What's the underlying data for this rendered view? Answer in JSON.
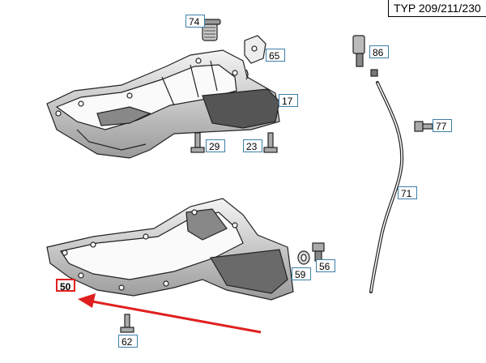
{
  "header": {
    "model_label": "TYP 209/211/230"
  },
  "callouts": {
    "c74": "74",
    "c65": "65",
    "c86": "86",
    "c17": "17",
    "c77": "77",
    "c29": "29",
    "c23": "23",
    "c71": "71",
    "c56": "56",
    "c59": "59",
    "c50": "50",
    "c62": "62"
  },
  "colors": {
    "highlight": "#e02020",
    "callout_border": "#3d7fa8",
    "line_art": "#222222"
  },
  "icons": {
    "pointer": "arrow-pointer-icon"
  }
}
